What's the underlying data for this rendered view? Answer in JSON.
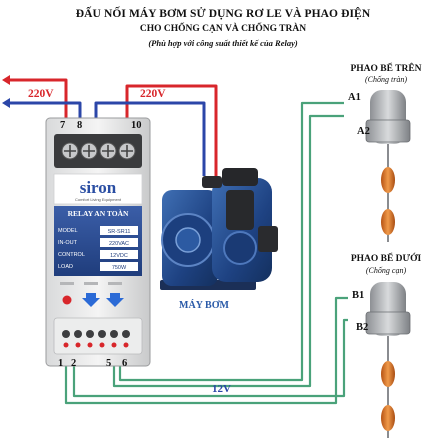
{
  "header": {
    "title": "ĐẤU NỐI MÁY BƠM SỬ DỤNG RƠ LE VÀ PHAO ĐIỆN",
    "subtitle": "CHO CHỐNG CẠN VÀ CHỐNG TRÀN",
    "note": "(Phù hợp với công suất thiết kế của Relay)"
  },
  "power": {
    "left_label": "220V",
    "right_label": "220V"
  },
  "terminals": {
    "t7": "7",
    "t8": "8",
    "t10": "10",
    "t1": "1",
    "t2": "2",
    "t5": "5",
    "t6": "6"
  },
  "relay": {
    "brand": "siron",
    "brand_tag": "Comfort Living Equipment",
    "name": "RELAY AN TOÀN",
    "specs": [
      {
        "key": "MODEL",
        "value": "SR-SR11"
      },
      {
        "key": "IN-OUT",
        "value": "220VAC"
      },
      {
        "key": "CONTROL",
        "value": "12VDC"
      },
      {
        "key": "LOAD",
        "value": "750W"
      }
    ]
  },
  "pump": {
    "label": "MÁY BƠM"
  },
  "tanks": {
    "upper": {
      "title": "PHAO BỂ TRÊN",
      "subtitle": "(Chống tràn)",
      "a1": "A1",
      "a2": "A2"
    },
    "lower": {
      "title": "PHAO BỂ DƯỚI",
      "subtitle": "(Chống cạn)",
      "b1": "B1",
      "b2": "B2"
    }
  },
  "control_voltage": "12V",
  "colors": {
    "live": "#d8262b",
    "neutral": "#2b46a8",
    "control": "#4aa27a",
    "float": "#e07a24"
  }
}
